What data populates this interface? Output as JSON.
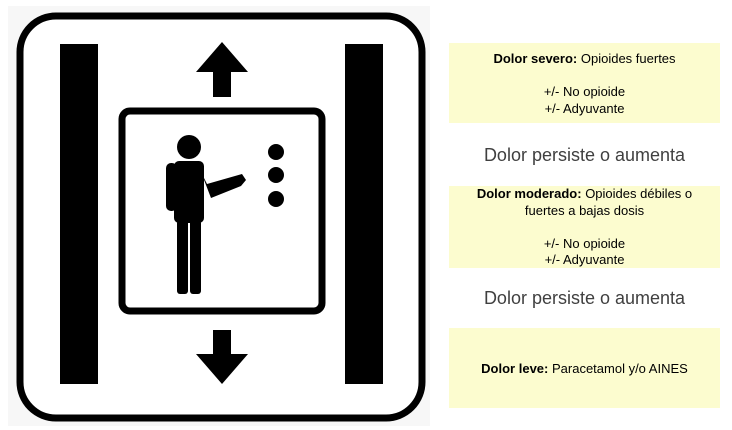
{
  "steps": {
    "severe": {
      "label": "Dolor severo:",
      "text": "Opioides fuertes",
      "lines": [
        "+/- No opioide",
        "+/- Adyuvante"
      ]
    },
    "transition_1": "Dolor persiste o aumenta",
    "moderate": {
      "label": "Dolor moderado:",
      "text": "Opioides débiles o fuertes a bajas dosis",
      "lines": [
        "+/- No opioide",
        "+/- Adyuvante"
      ]
    },
    "transition_2": "Dolor persiste o aumenta",
    "mild": {
      "label": "Dolor leve:",
      "text": "Paracetamol y/o AINES"
    }
  },
  "colors": {
    "box_fill": "#fcfccf",
    "sign_ink": "#000000",
    "transition_text": "#404040"
  },
  "icons": [
    "up-arrow-icon",
    "down-arrow-icon",
    "person-icon",
    "elevator-buttons-icon"
  ]
}
